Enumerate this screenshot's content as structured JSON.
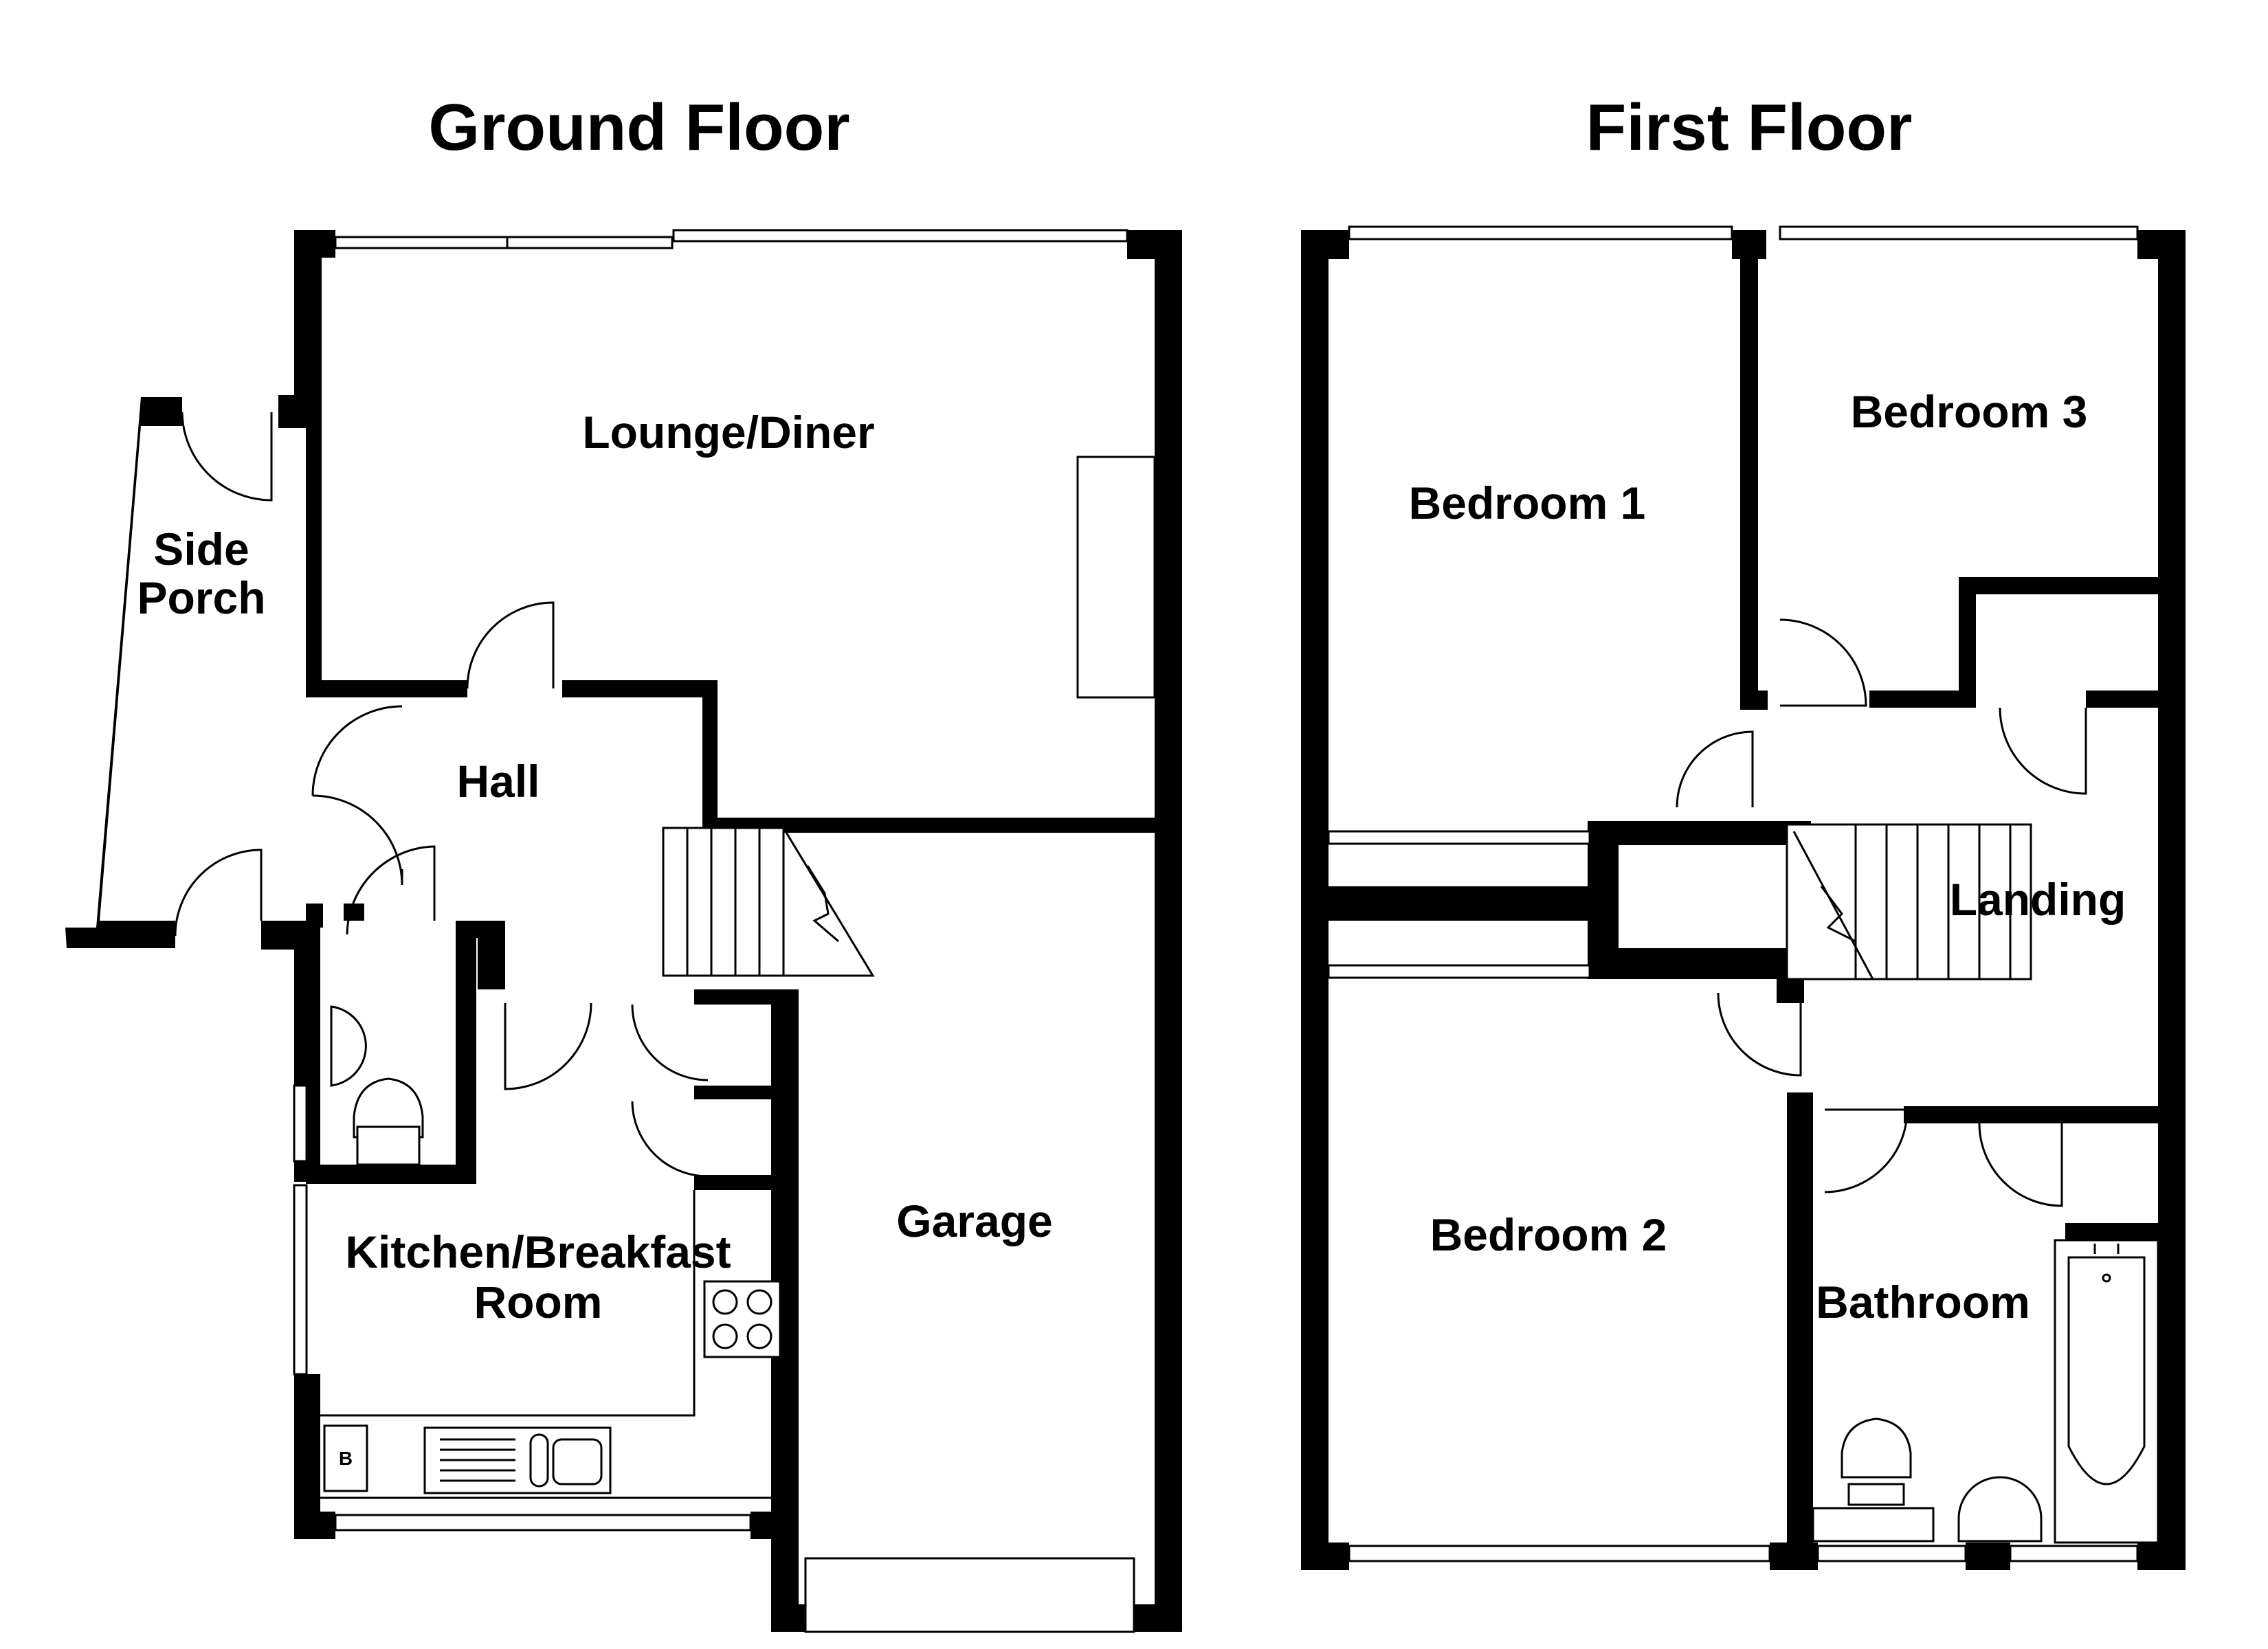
{
  "floors": [
    {
      "title": "Ground Floor",
      "rooms": [
        "Lounge/Diner",
        "Side",
        "Porch",
        "Hall",
        "Kitchen/Breakfast",
        "Room",
        "Garage"
      ]
    },
    {
      "title": "First Floor",
      "rooms": [
        "Bedroom 1",
        "Bedroom 3",
        "Landing",
        "Bedroom 2",
        "Bathroom"
      ]
    }
  ],
  "fixtures": {
    "boiler_label": "B"
  }
}
